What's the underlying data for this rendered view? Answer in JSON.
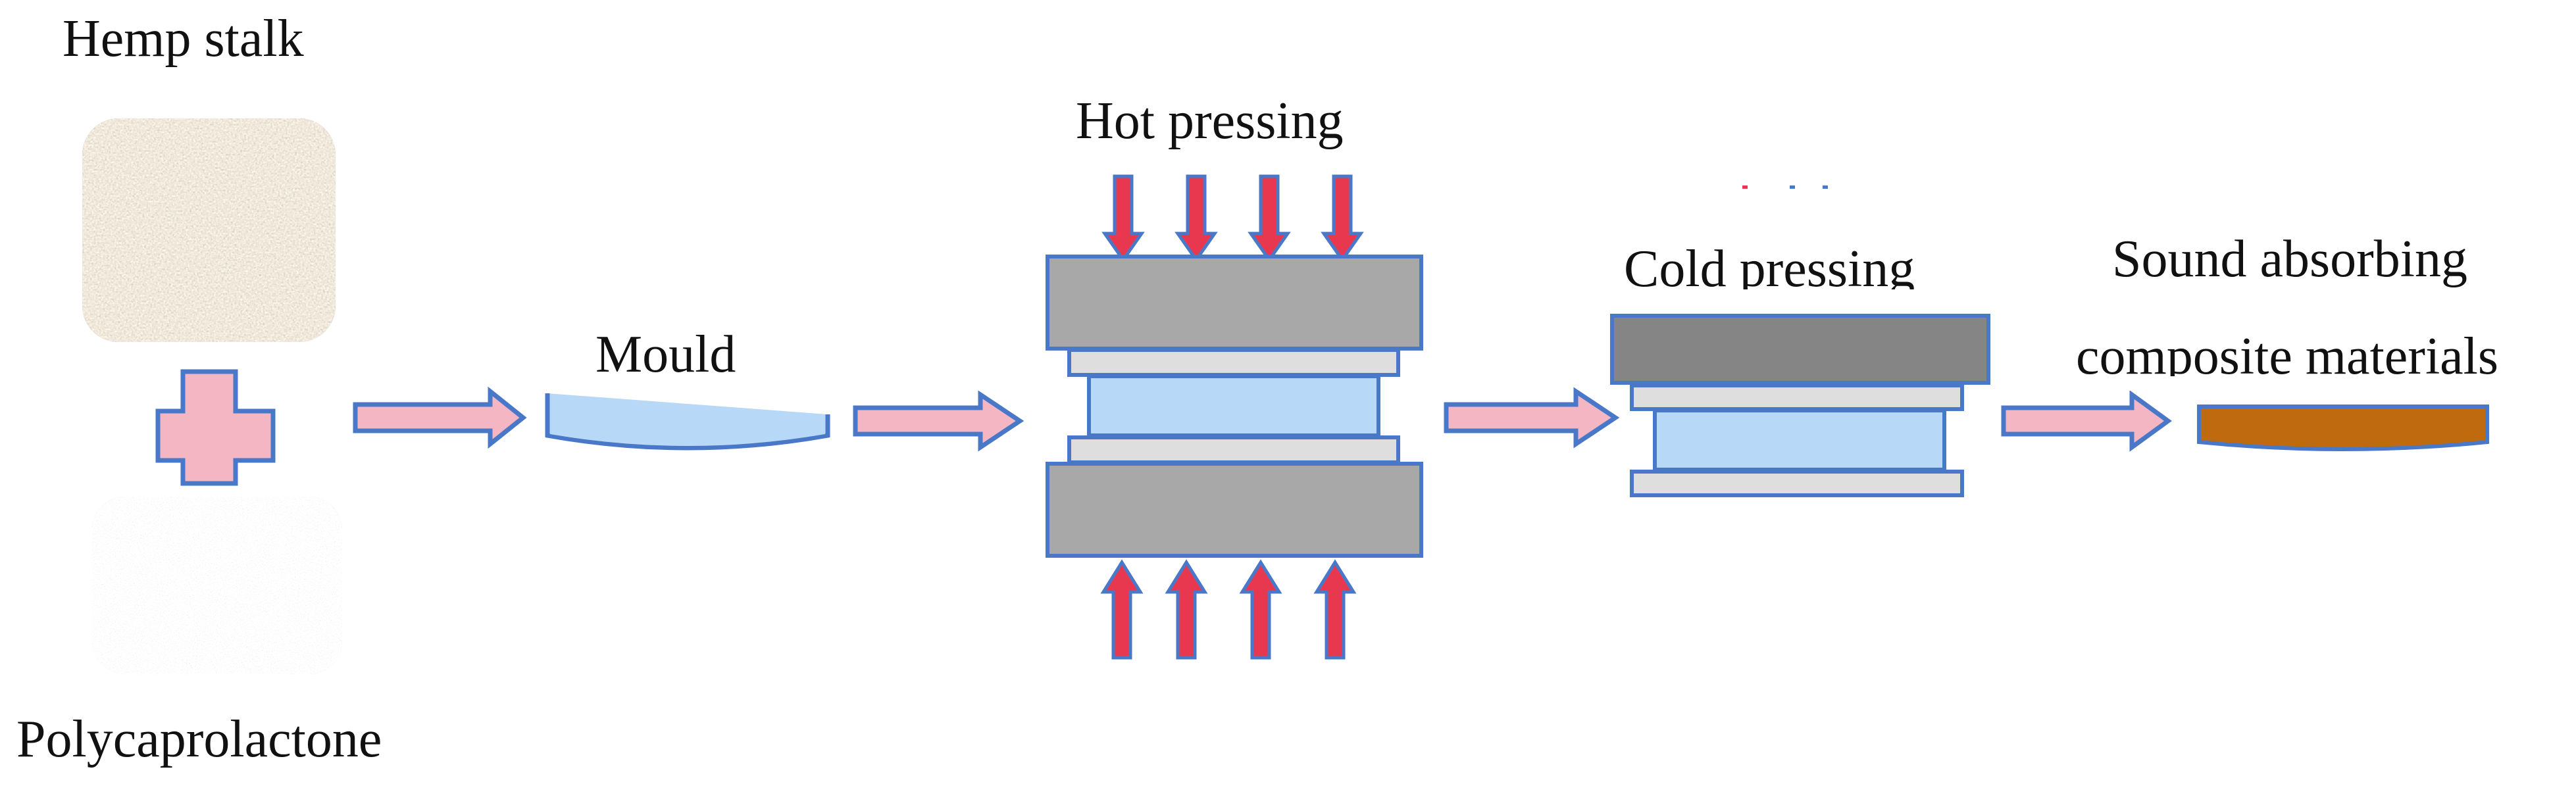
{
  "labels": {
    "hemp": "Hemp stalk",
    "pcl": "Polycaprolactone",
    "mould": "Mould",
    "hot": "Hot pressing",
    "cold": "Cold pressing",
    "product_line1": "Sound absorbing",
    "product_line2": "composite materials"
  },
  "icons": {
    "combine": "plus-icon",
    "flow": "right-arrow-icon",
    "press_down": "down-arrow-icon",
    "press_up": "up-arrow-icon"
  },
  "colors": {
    "arrow_fill": "#f4b6c2",
    "arrow_stroke": "#4a78c8",
    "press_arrow": "#e8384f",
    "platen": "#a8a8a8",
    "platen_dark": "#858585",
    "plate": "#dedede",
    "mould_fill": "#b8d8f8",
    "mould_stroke": "#4a78c8",
    "product": "#c06a10",
    "hemp_texture": "#b0a698",
    "pcl_texture": "#d6d6d6"
  }
}
